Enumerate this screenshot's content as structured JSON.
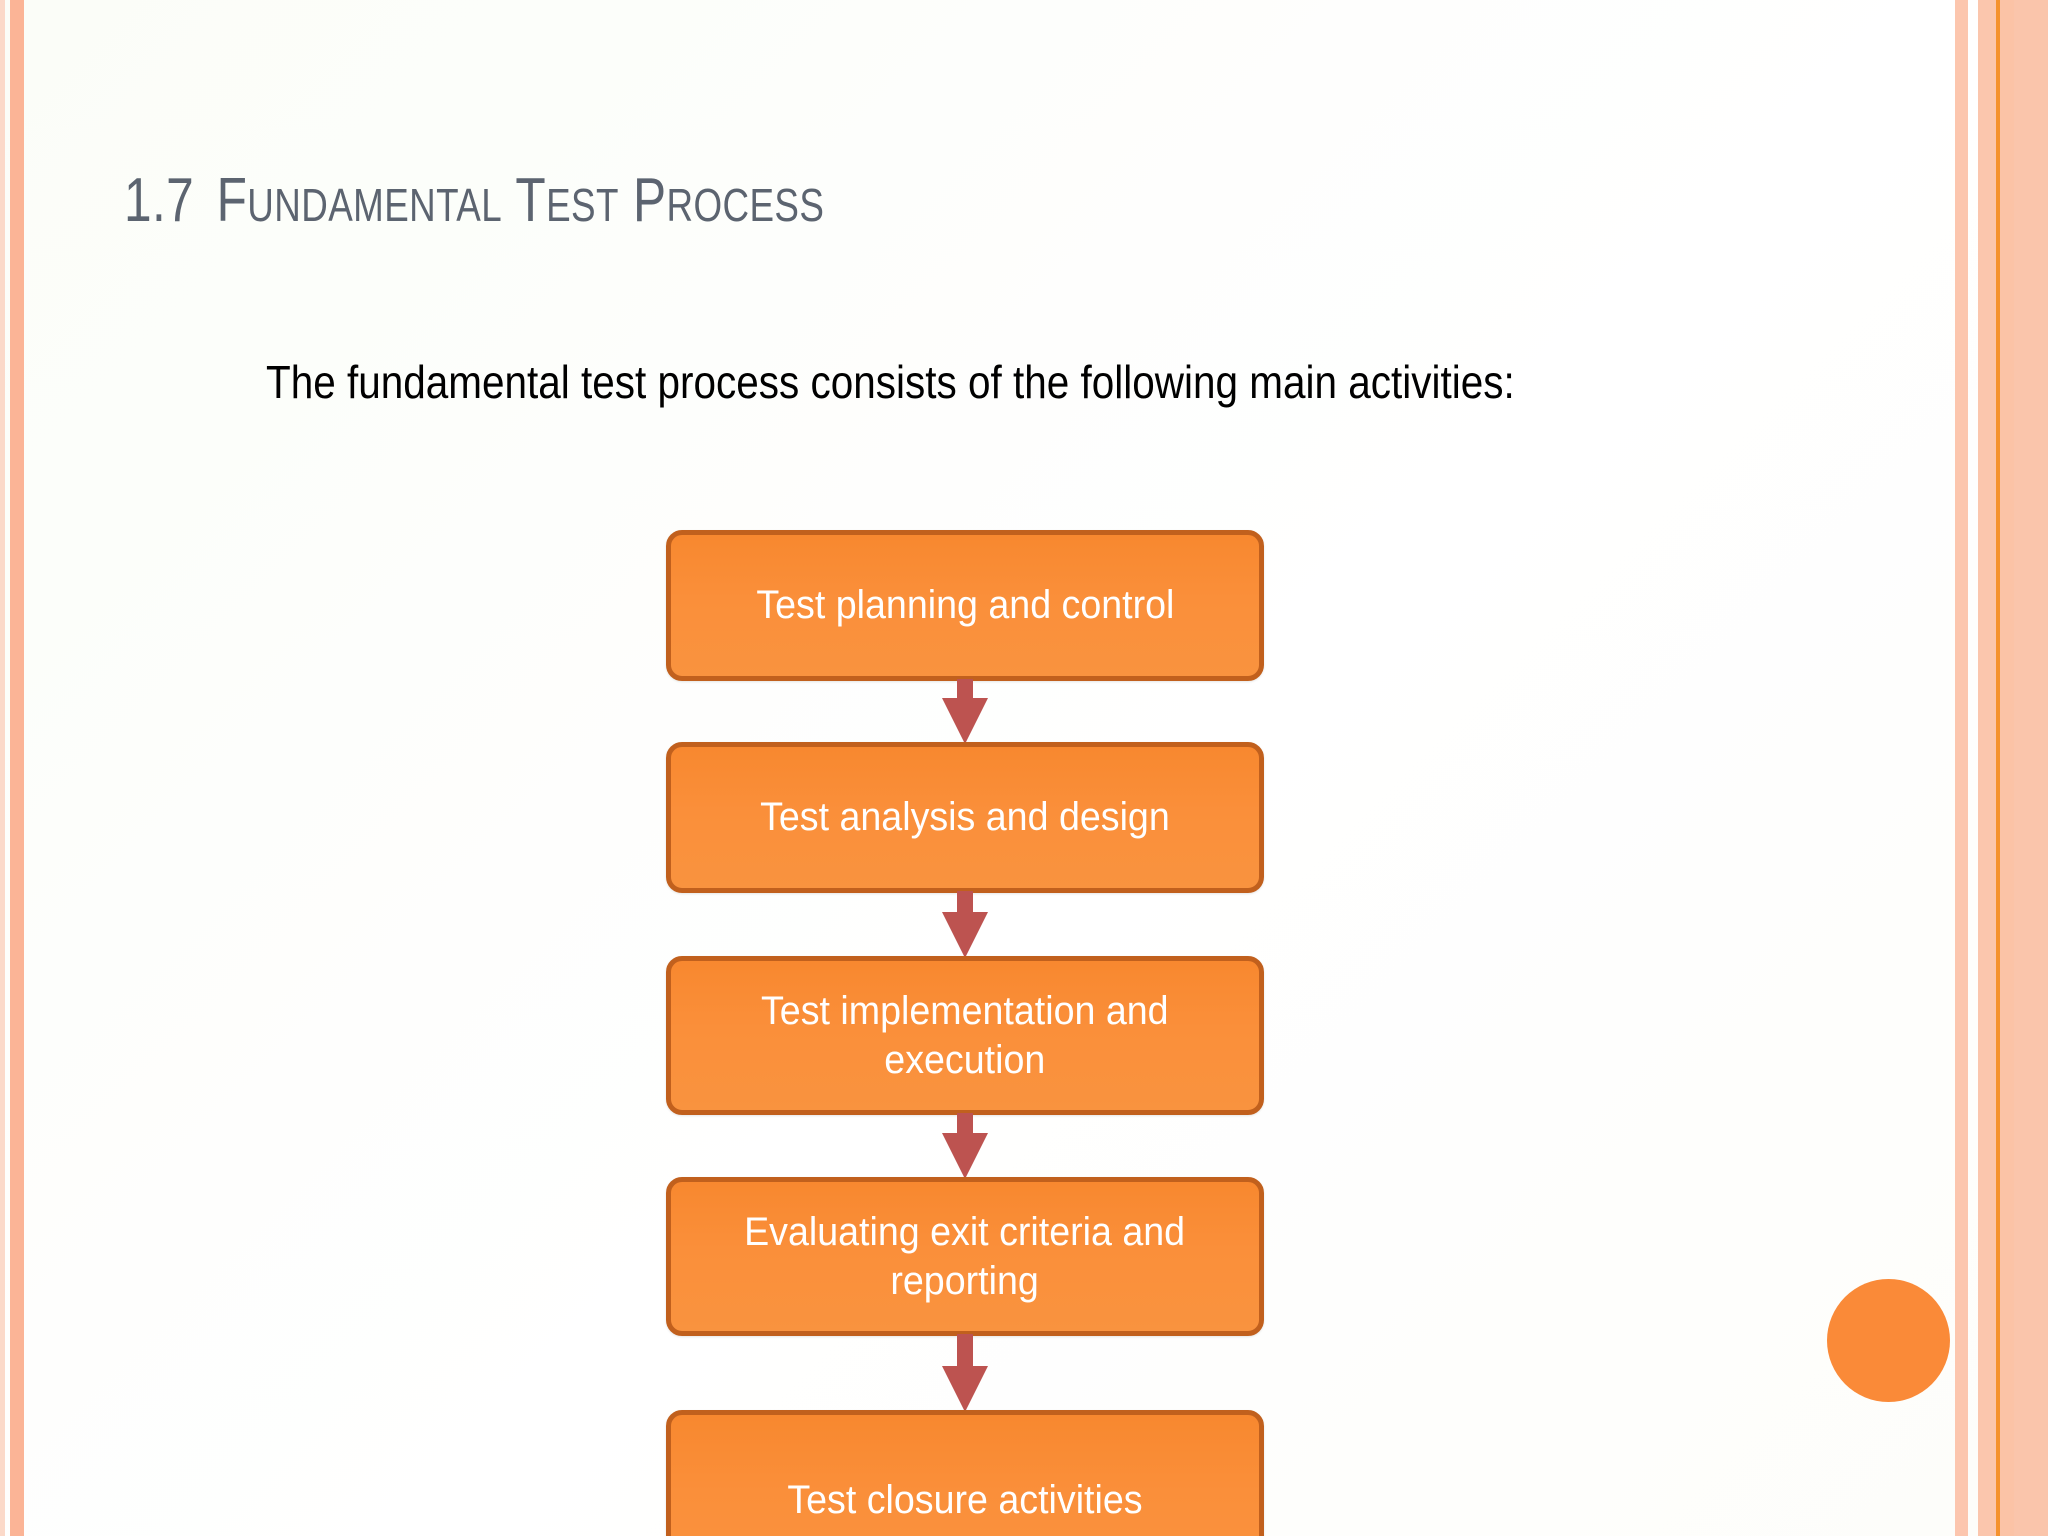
{
  "slide": {
    "title_number": "1.7",
    "title_text": "Fundamental Test Process",
    "subtitle": "The fundamental test process consists of the following main activities:"
  },
  "theme": {
    "title_color": "#5c6470",
    "body_color": "#000000",
    "box_fill": "#f98a33",
    "box_border": "#c1601d",
    "box_text": "#ffffff",
    "arrow_color": "#bd5350",
    "accent_circle": "#fa8a38",
    "stripe_light": "#fbc6ad",
    "stripe_orange": "#f5922e",
    "background": "#fbfdf8"
  },
  "flowchart": {
    "type": "process-flow",
    "orientation": "vertical",
    "step_count": 5,
    "steps": [
      {
        "index": 1,
        "label": "Test planning and control",
        "lines": 1
      },
      {
        "index": 2,
        "label": "Test analysis and design",
        "lines": 1
      },
      {
        "index": 3,
        "label": "Test implementation and\nexecution",
        "lines": 2
      },
      {
        "index": 4,
        "label": "Evaluating exit criteria and\nreporting",
        "lines": 2
      },
      {
        "index": 5,
        "label": "Test closure activities",
        "lines": 1
      }
    ],
    "connectors": [
      {
        "from": 1,
        "to": 2,
        "kind": "down-arrow"
      },
      {
        "from": 2,
        "to": 3,
        "kind": "down-arrow"
      },
      {
        "from": 3,
        "to": 4,
        "kind": "down-arrow"
      },
      {
        "from": 4,
        "to": 5,
        "kind": "down-arrow"
      }
    ]
  },
  "decorations": {
    "circle_icon": "orange-circle",
    "left_stripes": [
      "pale-pink-stripe",
      "salmon-stripe"
    ],
    "right_stripes": [
      "salmon-stripe",
      "salmon-stripe",
      "orange-line",
      "salmon-stripe",
      "salmon-stripe"
    ]
  }
}
